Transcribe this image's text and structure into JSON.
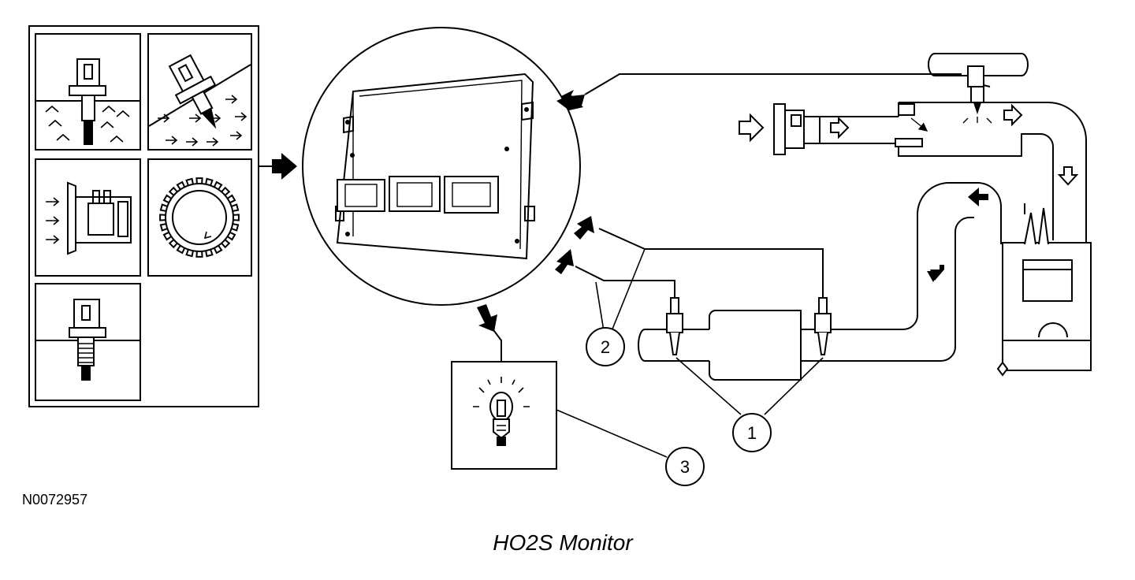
{
  "figure": {
    "caption": "HO2S Monitor",
    "reference_code": "N0072957"
  },
  "callouts": [
    {
      "number": "1"
    },
    {
      "number": "2"
    },
    {
      "number": "3"
    }
  ],
  "icons": {
    "sensor_panel": [
      "temperature-sensor-in-fluid-icon",
      "throttle-position-sensor-icon",
      "mass-air-flow-sensor-icon",
      "crankshaft-trigger-wheel-icon",
      "threaded-sensor-icon"
    ],
    "module": "powertrain-control-module-icon",
    "indicator": "malfunction-indicator-lamp-icon",
    "engine": "engine-intake-exhaust-system-icon"
  },
  "colors": {
    "ink": "#000000",
    "paper": "#ffffff"
  }
}
